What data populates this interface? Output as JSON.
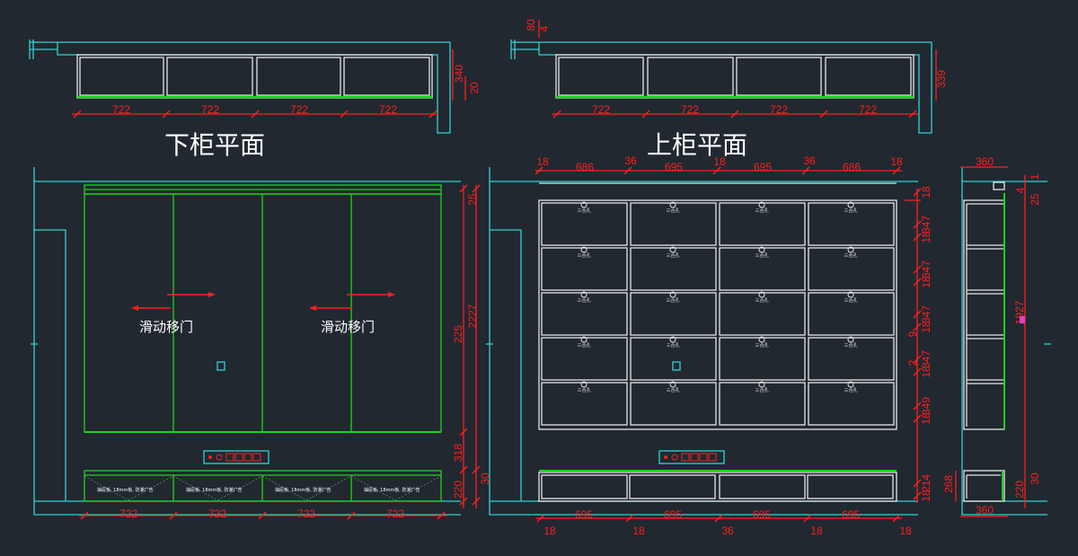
{
  "colors": {
    "background": "#212830",
    "wall": "#2fd3d3",
    "cabinet": "#e6e6e6",
    "door": "#1fd11f",
    "dimension": "#ff1f1f",
    "title": "#ffffff",
    "socket": "#2a3fff"
  },
  "titles": {
    "lower_plan": "下柜平面",
    "upper_plan": "上柜平面"
  },
  "notes": {
    "sliding_door_left": "滑动移门",
    "sliding_door_right": "滑动移门",
    "drawer_text": "抽屉板, 18mm板, 防潮广告",
    "handle_mark": "三合孔"
  },
  "dims": {
    "lower_plan": {
      "widths": [
        "722",
        "722",
        "722",
        "722"
      ],
      "depth": "340",
      "thickness": "20"
    },
    "upper_plan": {
      "offset_a": "80",
      "offset_b": "4",
      "widths": [
        "722",
        "722",
        "722",
        "722"
      ],
      "depth": "339"
    },
    "left_elev": {
      "bottom": [
        "722",
        "722",
        "722",
        "722"
      ],
      "right_top": "25",
      "right_height": "2227",
      "right_overall": "225",
      "right_a": "318",
      "right_b": "220",
      "right_c": "30"
    },
    "middle_elev": {
      "top": [
        "18",
        "686",
        "36",
        "695",
        "18",
        "695",
        "36",
        "686",
        "18"
      ],
      "bottom_widths": [
        "695",
        "695",
        "695",
        "695"
      ],
      "bottom_gaps": [
        "18",
        "18",
        "36",
        "18",
        "18"
      ],
      "right": [
        "18",
        "347",
        "18",
        "347",
        "18",
        "347",
        "18",
        "347",
        "18",
        "349",
        "18",
        "214",
        "18"
      ],
      "right_extra": [
        "2",
        "9"
      ]
    },
    "side_elev": {
      "top": "360",
      "bottom": "360",
      "right_top_a": "25",
      "right_top_b": "4",
      "right_top_c": "1",
      "right_total": "1927",
      "left_bottom": "268",
      "right_b": "220",
      "right_c": "30"
    }
  }
}
